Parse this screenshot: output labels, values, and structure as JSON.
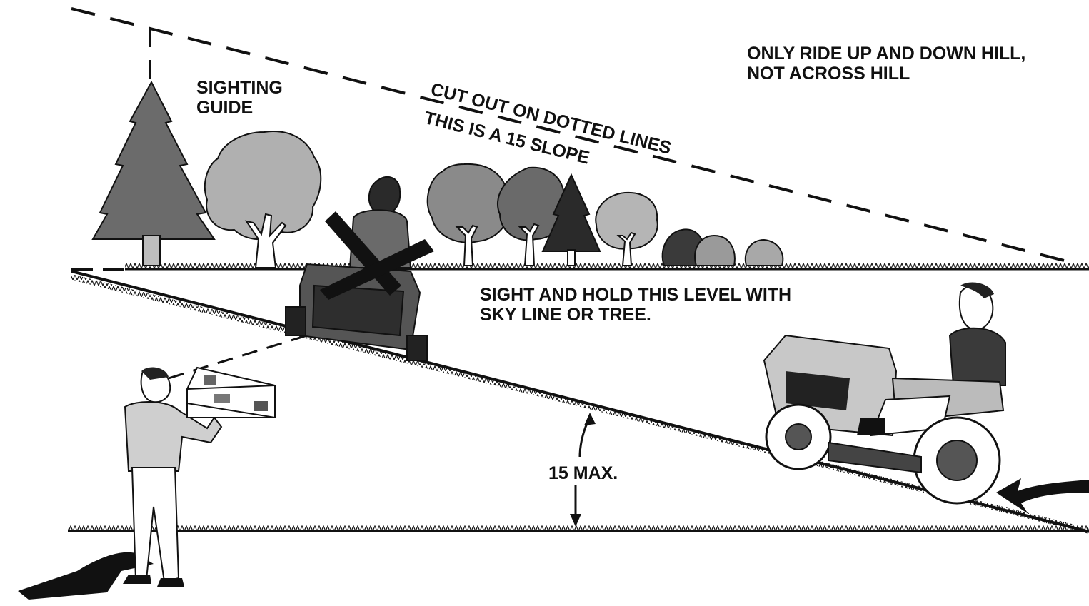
{
  "labels": {
    "sighting_guide_1": "SIGHTING",
    "sighting_guide_2": "GUIDE",
    "cut_out": "CUT OUT ON DOTTED LINES",
    "this_is_slope": "THIS IS A 15  SLOPE",
    "only_ride_1": "ONLY RIDE UP AND DOWN HILL,",
    "only_ride_2": "NOT ACROSS HILL",
    "sight_hold_1": "SIGHT AND HOLD THIS LEVEL WITH",
    "sight_hold_2": "SKY LINE OR TREE.",
    "max_angle": "15  MAX."
  },
  "colors": {
    "ink": "#111111",
    "foliage_dark": "#4a4a4a",
    "foliage_mid": "#7a7a7a",
    "foliage_light": "#a8a8a8",
    "paper": "#ffffff"
  },
  "icons": {
    "prohibited_mark": "x-cross-icon",
    "direction_arrow": "curved-arrow-icon"
  }
}
